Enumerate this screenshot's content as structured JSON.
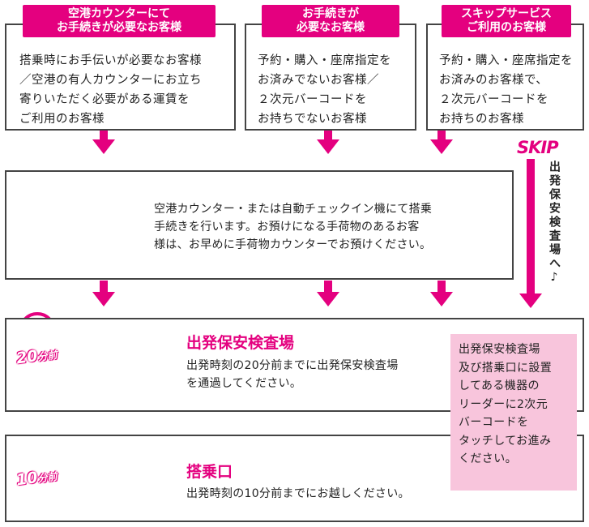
{
  "categories": [
    {
      "tag": "空港カウンターにて\nお手続きが必要なお客様",
      "body": "搭乗時にお手伝いが必要なお客様\n／空港の有人カウンターにお立ち\n寄りいただく必要がある運賃を\nご利用のお客様"
    },
    {
      "tag": "お手続きが\n必要なお客様",
      "body": "予約・購入・座席指定を\nお済みでないお客様／\n２次元バーコードを\nお持ちでないお客様"
    },
    {
      "tag": "スキップサービス\nご利用のお客様",
      "body": "予約・購入・座席指定を\nお済みのお客様で、\n２次元バーコードを\nお持ちのお客様"
    }
  ],
  "checkin": {
    "text": "空港カウンター・または自動チェックイン機にて搭乗\n手続きを行います。お預けになる手荷物のあるお客\n様は、お早めに手荷物カウンターでお預けください。"
  },
  "skip": {
    "logo": "SKIP",
    "vertical_text": "出発保安検査場へ♪"
  },
  "security": {
    "time_num": "20",
    "time_unit": "分前",
    "title": "出発保安検査場",
    "text": "出発時刻の20分前までに出発保安検査場\nを通過してください。"
  },
  "gate": {
    "time_num": "10",
    "time_unit": "分前",
    "title": "搭乗口",
    "text": "出発時刻の10分前までにお越しください。"
  },
  "note": "出発保安検査場\n及び搭乗口に設置\nしてある機器の\nリーダーに2次元\nバーコードを\nタッチしてお進み\nください。",
  "colors": {
    "accent": "#e4007f",
    "navy": "#1b2a6b",
    "note_bg": "#f8c5dc"
  }
}
